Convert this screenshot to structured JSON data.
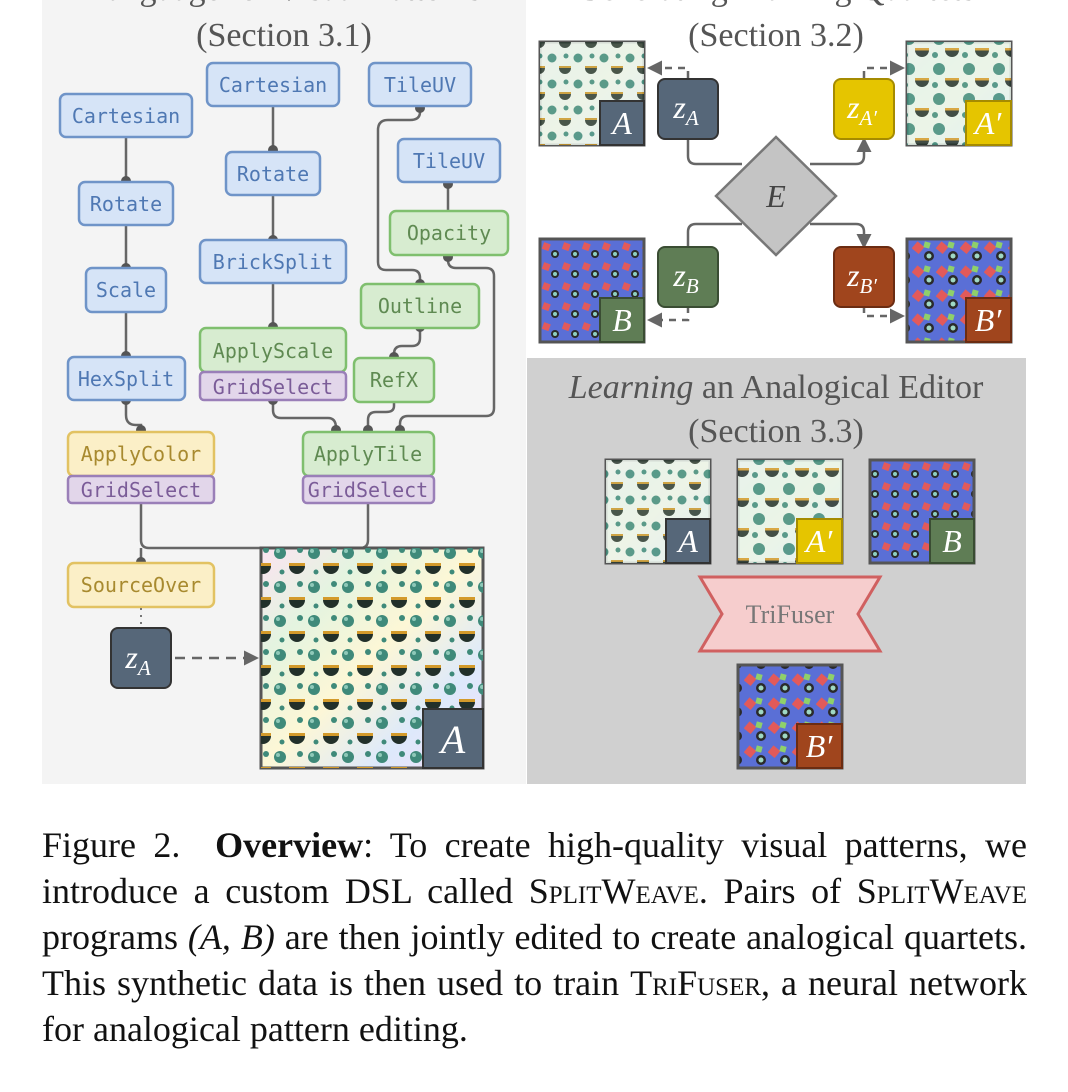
{
  "panels": {
    "left": {
      "title_line1": "Language for Visual Patterns",
      "title_line2": "(Section 3.1)",
      "nodes": {
        "cartesian1": "Cartesian",
        "rotate1": "Rotate",
        "scale": "Scale",
        "hexsplit": "HexSplit",
        "applycolor": "ApplyColor",
        "gridselect1": "GridSelect",
        "sourceover": "SourceOver",
        "cartesian2": "Cartesian",
        "rotate2": "Rotate",
        "bricksplit": "BrickSplit",
        "applyscale": "ApplyScale",
        "gridselect2": "GridSelect",
        "tileuv1": "TileUV",
        "tileuv2": "TileUV",
        "opacity": "Opacity",
        "outline": "Outline",
        "refx": "RefX",
        "applytile": "ApplyTile",
        "gridselect3": "GridSelect"
      },
      "latent": {
        "base": "z",
        "sub": "A"
      },
      "output_label": "A"
    },
    "top_right": {
      "title_line1": "Generating Training Quartets",
      "title_line2": "(Section 3.2)",
      "editor_label": "E",
      "latents": {
        "zA": {
          "base": "z",
          "sub": "A"
        },
        "zAp": {
          "base": "z",
          "sub": "A′"
        },
        "zB": {
          "base": "z",
          "sub": "B"
        },
        "zBp": {
          "base": "z",
          "sub": "B′"
        }
      },
      "image_labels": {
        "A": "A",
        "Ap": "A′",
        "B": "B",
        "Bp": "B′"
      }
    },
    "bottom_right": {
      "title_italic": "Learning",
      "title_rest": " an Analogical Editor",
      "title_line2": "(Section 3.3)",
      "model_label": "TriFuser",
      "image_labels": {
        "A": "A",
        "Ap": "A′",
        "B": "B",
        "Bp": "B′"
      }
    }
  },
  "colors": {
    "node_blue_fill": "#d6e4f7",
    "node_blue_stroke": "#6f94c8",
    "node_green_fill": "#d7ecd0",
    "node_green_stroke": "#7fbf6e",
    "node_yellow_fill": "#fbefc7",
    "node_yellow_stroke": "#e2c262",
    "node_purple_fill": "#e2d6ea",
    "node_purple_stroke": "#9a7fb8",
    "latent_A": "#566779",
    "latent_Ap": "#e5c500",
    "latent_B": "#5f7d55",
    "latent_Bp": "#a0451d",
    "trifuser_fill": "#f6cdcd",
    "trifuser_stroke": "#d06060",
    "panel_left_bg": "#f4f4f4",
    "panel_bottom_right_bg": "#d0d0d0"
  },
  "caption": {
    "fig_label": "Figure 2.",
    "bold": "Overview",
    "part1": ": To create high-quality visual patterns, we introduce a custom DSL called ",
    "dsl_name": "SplitWeave",
    "part2": ". Pairs of ",
    "dsl_name2": "SplitWeave",
    "part3": " programs ",
    "math": "(A, B)",
    "part4": " are then jointly edited to create analogical quartets. This synthetic data is then used to train ",
    "model_name": "TriFuser",
    "part5": ", a neural network for analogical pattern editing."
  }
}
